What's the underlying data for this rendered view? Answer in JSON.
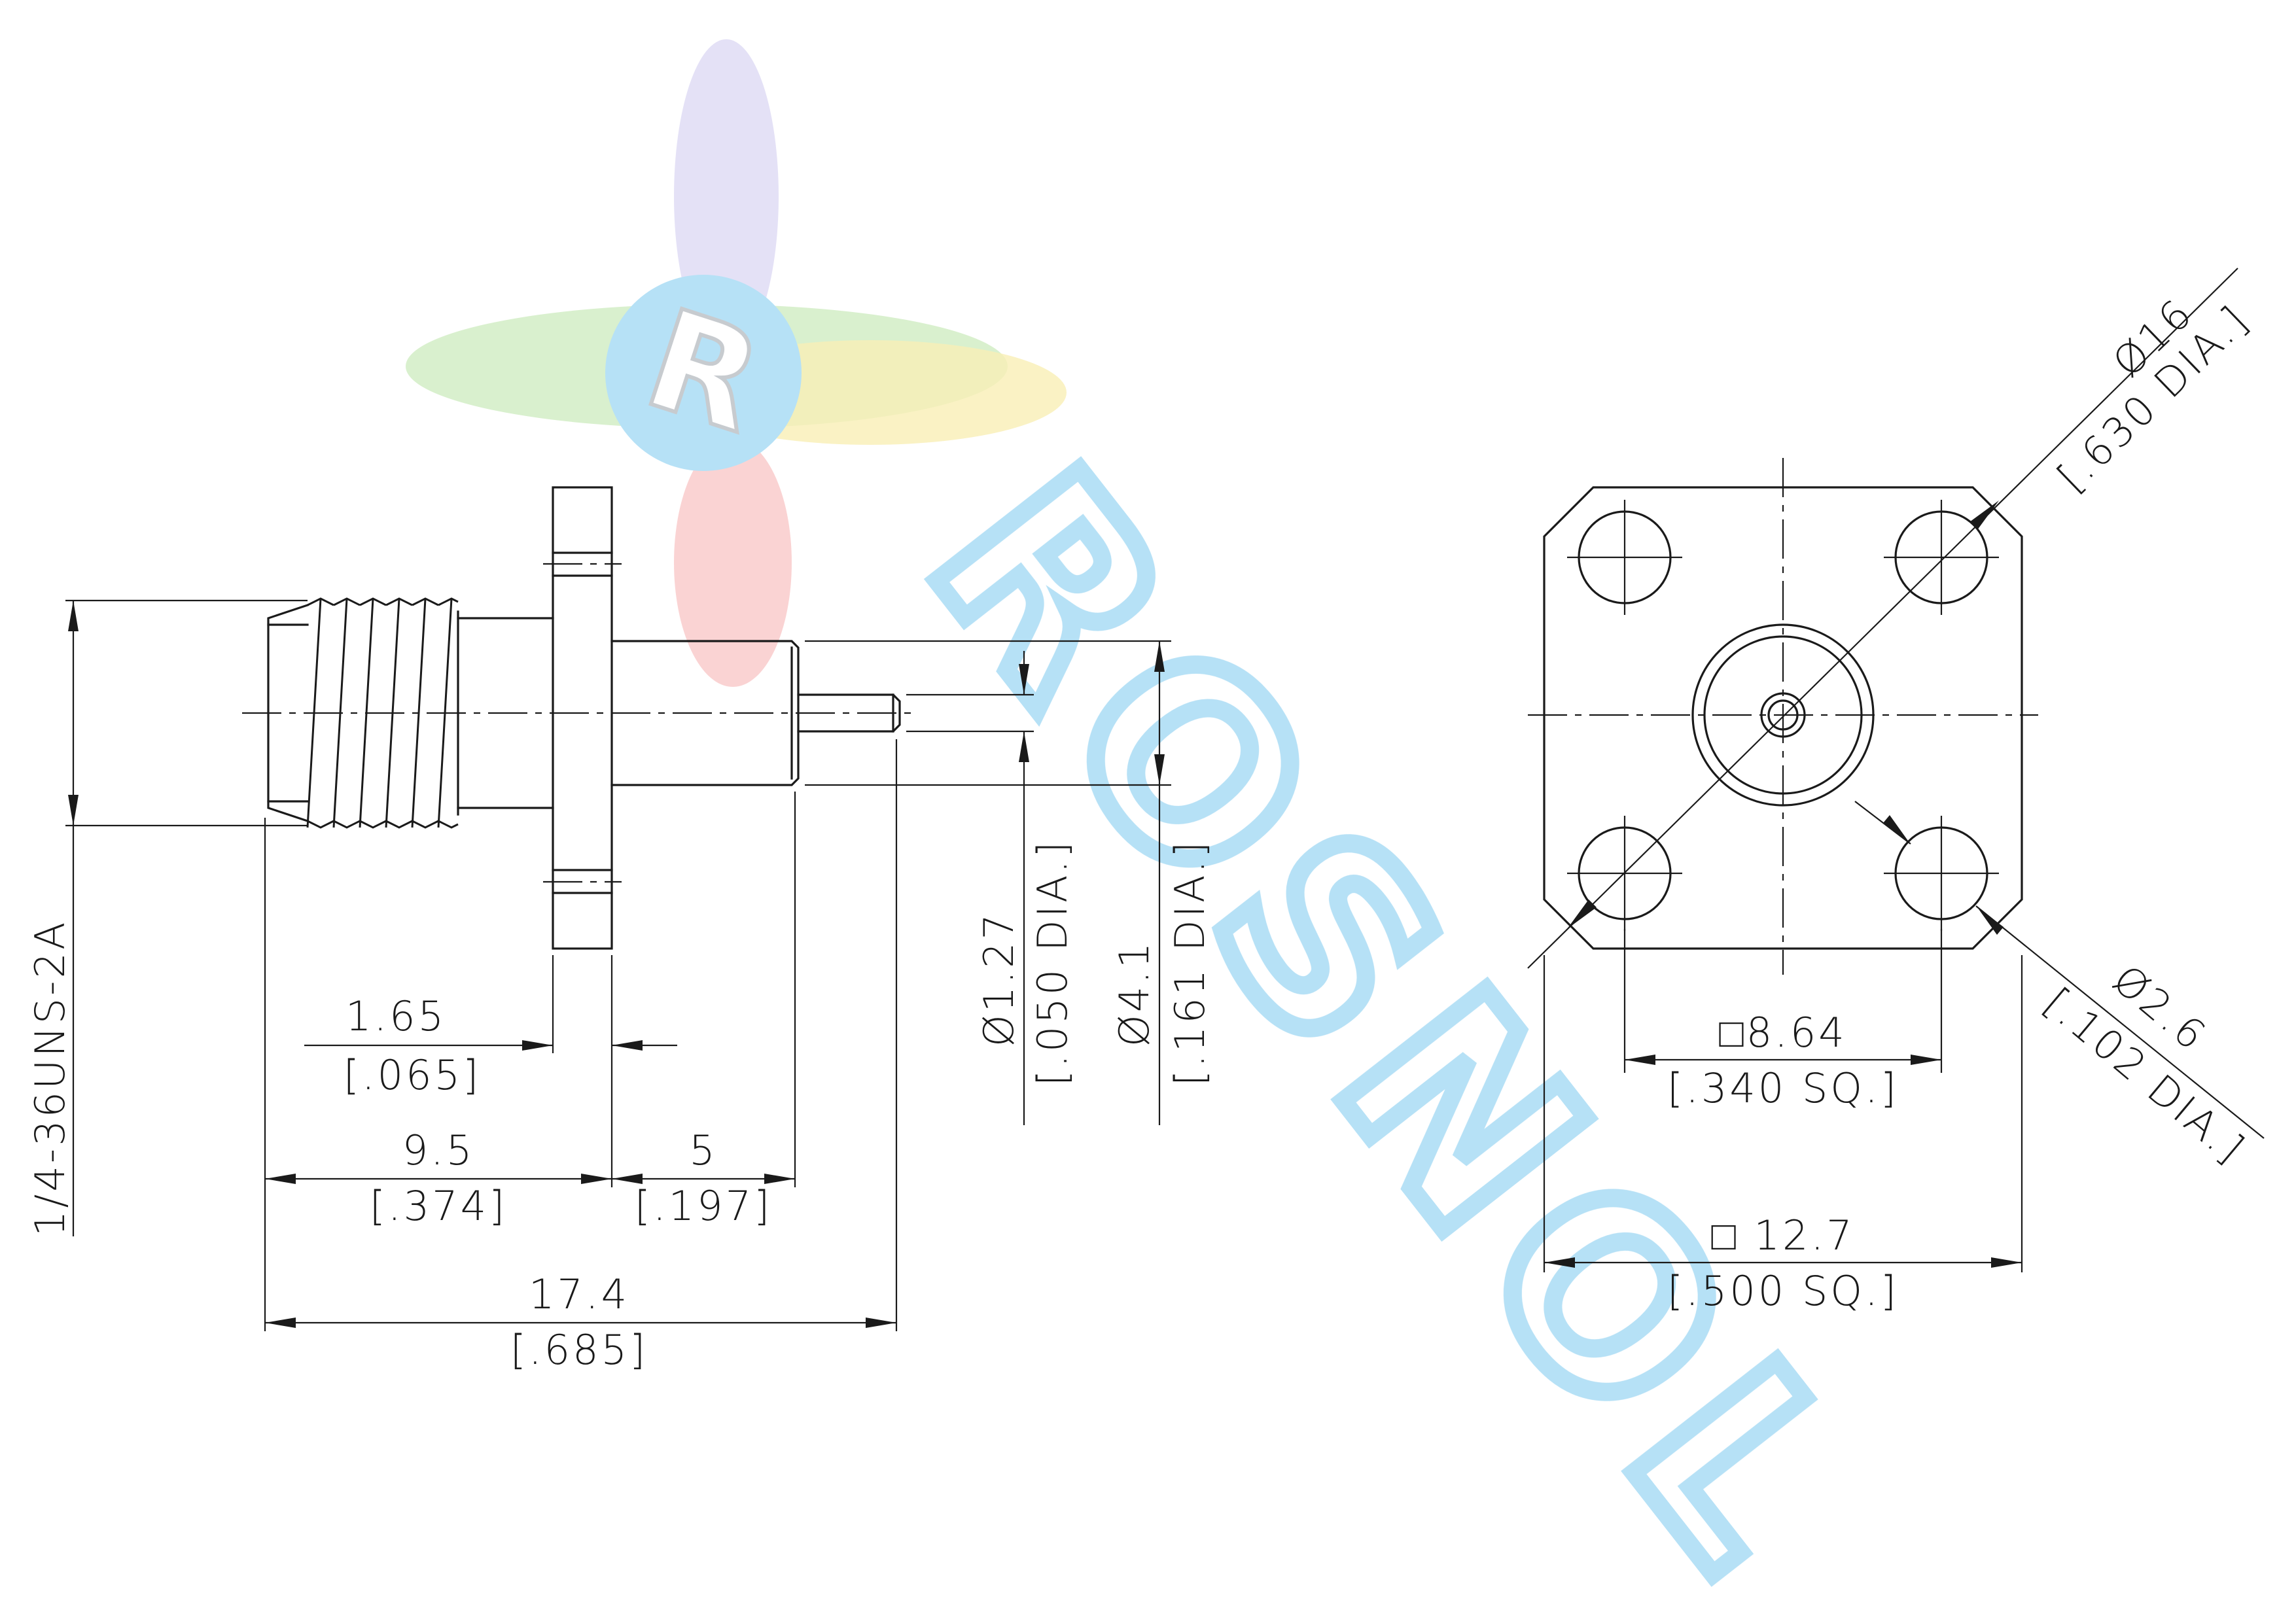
{
  "watermark": {
    "logo_letter": "R",
    "brand_text": "ROSNOL",
    "colors": {
      "blue": "#7bc8ee",
      "green": "#8cd46a",
      "yellow": "#f4e27a",
      "red": "#f07a7a",
      "violet": "#b8b2e8"
    }
  },
  "side_view": {
    "thread_spec": "1/4-36UNS-2A",
    "dim_flange_thickness": {
      "mm": "1.65",
      "inch": "[.065]"
    },
    "dim_body_length": {
      "mm": "9.5",
      "inch": "[.374]"
    },
    "dim_pin_offset": {
      "mm": "5",
      "inch": "[.197]"
    },
    "dim_total_length": {
      "mm": "17.4",
      "inch": "[.685]"
    },
    "dim_pin_dia": {
      "mm": "Ø1.27",
      "inch": "[.050 DIA.]"
    },
    "dim_dielectric_dia": {
      "mm": "Ø4.1",
      "inch": "[.161 DIA.]"
    }
  },
  "front_view": {
    "dim_bolt_circle": {
      "mm": "Ø16",
      "inch": "[.630 DIA.]"
    },
    "dim_hole_dia": {
      "mm": "Ø2.6",
      "inch": "[.102 DIA.]"
    },
    "dim_hole_spacing": {
      "mm": "□8.64",
      "inch": "[.340 SQ.]"
    },
    "dim_flange_size": {
      "mm": "□ 12.7",
      "inch": "[.500 SQ.]"
    }
  }
}
